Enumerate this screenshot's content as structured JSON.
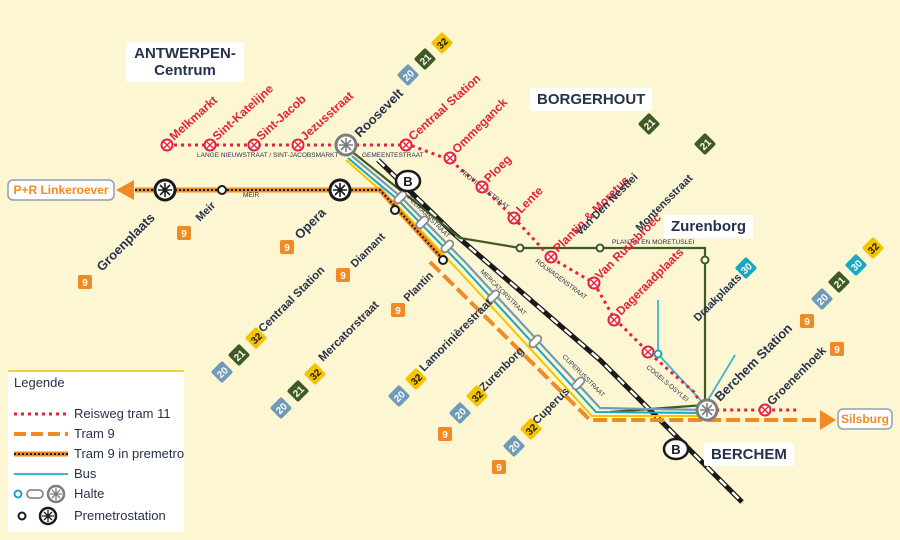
{
  "areas": {
    "antwerpen": "ANTWERPEN-\nCentrum",
    "borgerhout": "BORGERHOUT",
    "zurenborg": "Zurenborg",
    "berchem": "BERCHEM"
  },
  "destinations": {
    "linkeroever": "P+R Linkeroever",
    "silsburg": "Silsburg"
  },
  "stations_trip": [
    "Melkmarkt",
    "Sint-Katelijne",
    "Sint-Jacob",
    "Jezusstraat",
    "Centraal Station",
    "Ommeganck",
    "Ploeg",
    "Lente",
    "Plantin & Moretus",
    "Van Ruusbroec",
    "Dageraadplaats"
  ],
  "stations_other": {
    "roosevelt": "Roosevelt",
    "groenplaats": "Groenplaats",
    "meir": "Meir",
    "opera": "Opera",
    "diamant": "Diamant",
    "centraal_underground": "Centraal Station",
    "plantin": "Plantin",
    "mercatorstraat": "Mercatorstraat",
    "lamoriniere": "Lamorinièrestraat",
    "zurenborg": "Zurenborg",
    "cuperus": "Cuperus",
    "van_den_nestlei": "Van Den Nestlei",
    "montensstraat": "Montensstraat",
    "draakplaats": "Draakplaats",
    "berchem_station": "Berchem Station",
    "groenenhoek": "Groenenhoek"
  },
  "streets": {
    "lange_nieuwstraat": "LANGE NIEUWSTRAAT / SINT-JACOBSMARKT",
    "gemeentestraat": "GEMEENTESTRAAT",
    "meir": "MEIR",
    "provinciestraat": "PROVINCIESTRAAT",
    "pelikaanstraat": "PELIKAANSTRAAT",
    "mercatorstraat": "MERCATORSTRAAT",
    "rolwagenstraat": "ROLWAGENSTRAAT",
    "plantin_moretuslei": "PLANTIN EN MORETUSLEI",
    "cuperusstraat": "CUPERUSSTRAAT",
    "cogels_osylei": "COGELS-OSYLEI"
  },
  "railway_letter": "B",
  "line_numbers": {
    "tram9": "9",
    "tram20": "20",
    "tram21": "21",
    "tram30": "30",
    "tram32": "32"
  },
  "legend": {
    "title": "Legende",
    "reisweg": "Reisweg tram 11",
    "tram9": "Tram 9",
    "premetro": "Tram 9 in premetro",
    "bus": "Bus",
    "halte": "Halte",
    "premetrostation": "Premetrostation"
  },
  "colors": {
    "background": "#fdf6d3",
    "trip_red": "#e5213b",
    "tram9_orange": "#f08a24",
    "tram20_blue": "#6f9ab8",
    "tram21_green": "#3f5a24",
    "tram30_teal": "#19a8c0",
    "tram32_yellow": "#f5c400",
    "bus": "#3fb5d0",
    "railway": "#1a1a1a",
    "text_navy": "#26324a"
  },
  "icons": [
    "premetro-station-icon",
    "tram-stop-icon",
    "railway-station-icon",
    "arrow-left-icon",
    "arrow-right-icon"
  ]
}
